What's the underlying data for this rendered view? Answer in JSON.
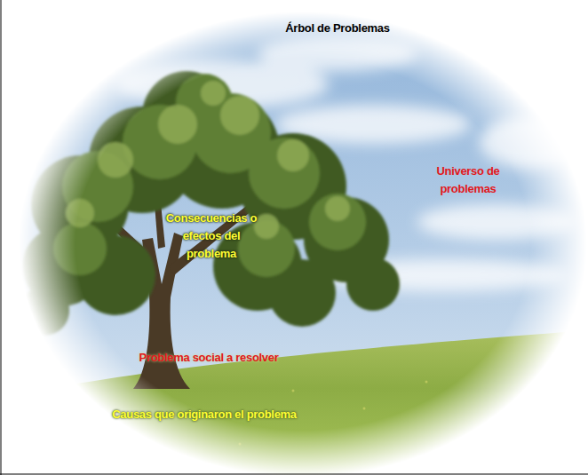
{
  "diagram": {
    "title": "Árbol de Problemas",
    "labels": [
      "Consecuencias o efectos del problema",
      "Universo de problemas",
      "Problema social a resolver",
      "Causas que originaron el problema"
    ]
  }
}
